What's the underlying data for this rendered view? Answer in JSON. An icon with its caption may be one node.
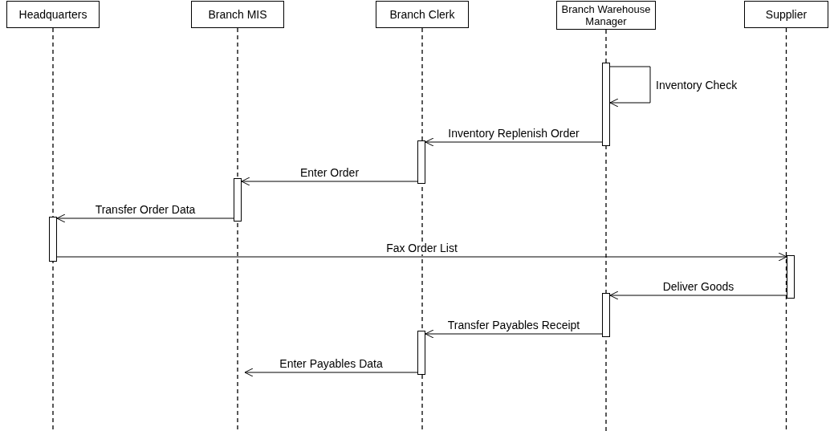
{
  "diagram": {
    "nodes": [
      {
        "text": [
          "Headquarters"
        ]
      },
      {
        "text": [
          "Branch MIS"
        ]
      },
      {
        "text": [
          "Branch Clerk"
        ]
      },
      {
        "text": [
          "Branch Warehouse Manager"
        ]
      },
      {
        "text": [
          "Supplier"
        ]
      },
      {
        "text": [],
        "shape": "bar"
      },
      {
        "text": [],
        "shape": "bar"
      },
      {
        "text": [],
        "shape": "bar"
      },
      {
        "text": [],
        "shape": "bar"
      },
      {
        "text": [],
        "shape": "bar"
      },
      {
        "text": [],
        "shape": "bar"
      },
      {
        "text": [],
        "shape": "bar"
      }
    ],
    "edges": [
      {
        "from": 5,
        "to": 5,
        "arrow": "to",
        "label": "Inventory Check"
      },
      {
        "from": 5,
        "to": 6,
        "arrow": "to",
        "label": "Inventory Replenish Order"
      },
      {
        "from": 6,
        "to": 7,
        "arrow": "to",
        "label": "Enter Order"
      },
      {
        "from": 7,
        "to": 8,
        "arrow": "to",
        "label": "Transfer Order Data"
      },
      {
        "from": 8,
        "to": 9,
        "arrow": "to",
        "label": "Fax Order List"
      },
      {
        "from": 9,
        "to": 10,
        "arrow": "to",
        "label": "Deliver Goods"
      },
      {
        "from": 10,
        "to": 11,
        "arrow": "to",
        "label": "Transfer Payables Receipt"
      },
      {
        "from": 11,
        "to": null,
        "arrow": "to",
        "label": "Enter Payables Data"
      }
    ]
  }
}
